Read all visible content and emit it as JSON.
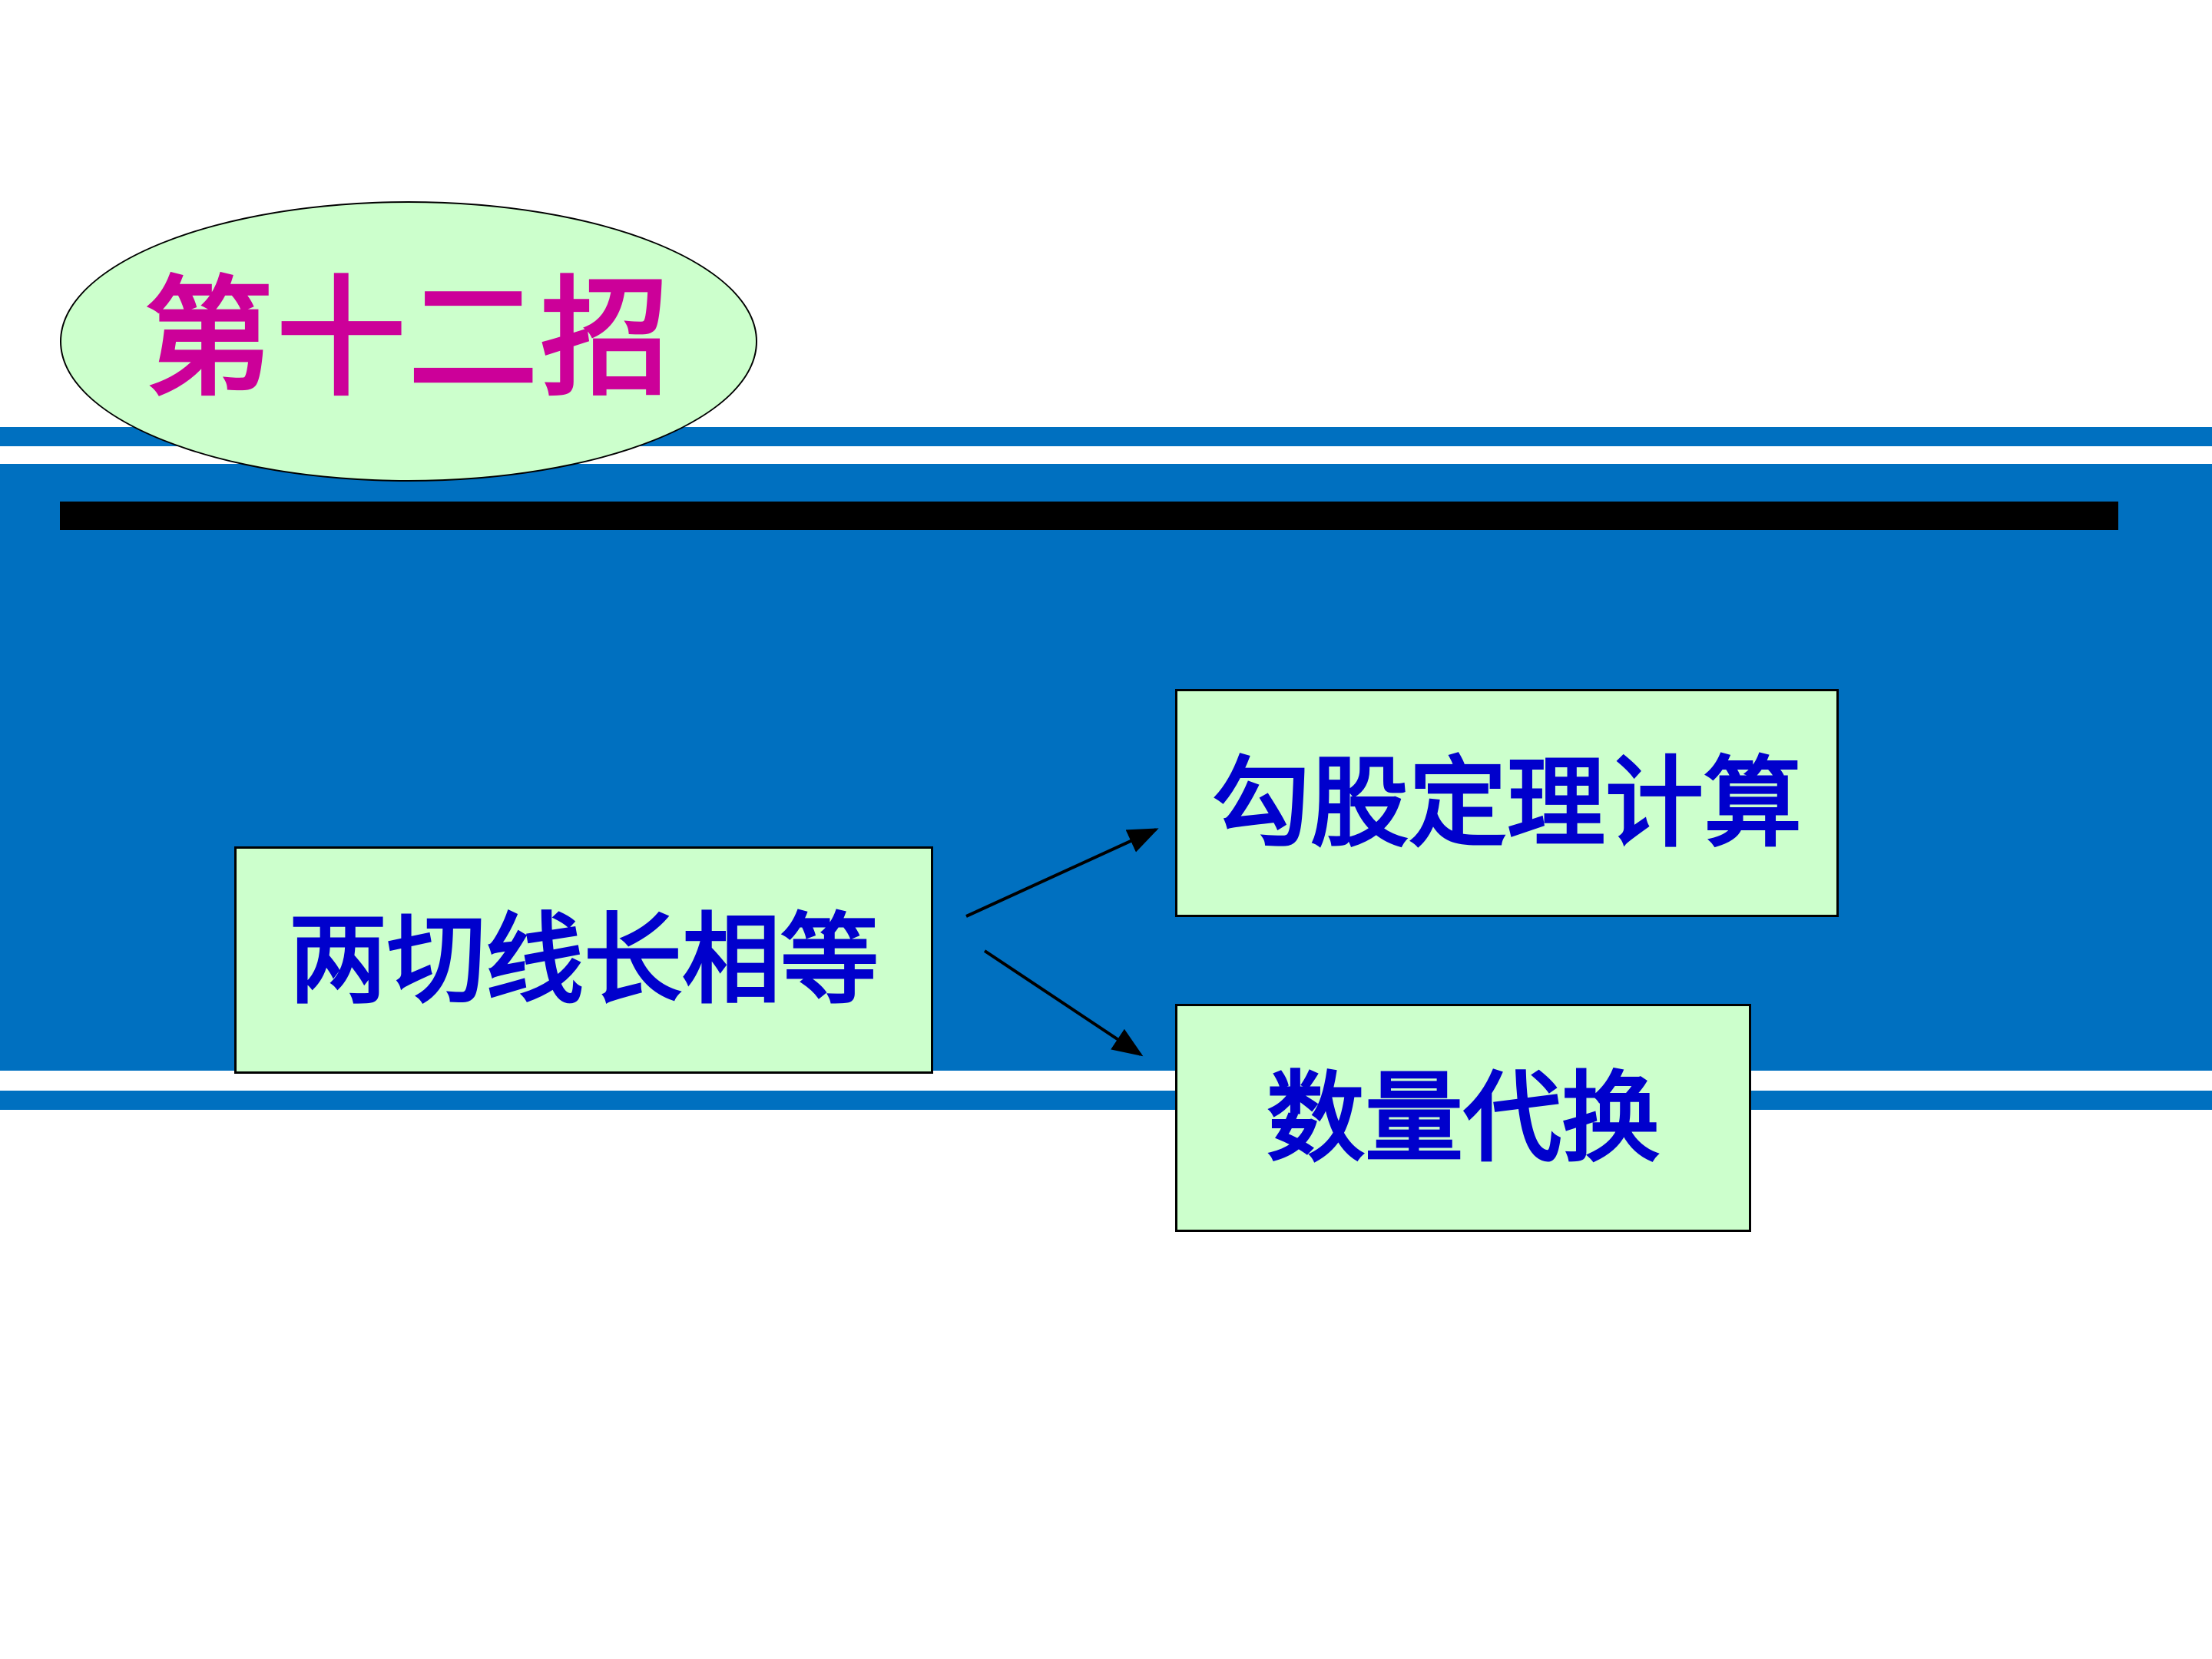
{
  "colors": {
    "band_blue": "#0070C0",
    "box_fill": "#CCFFCC",
    "title_color": "#CC0099",
    "box_text_color": "#0000CC",
    "line_color": "#000000"
  },
  "title": {
    "text": "第十二招"
  },
  "diagram": {
    "source": {
      "label": "两切线长相等"
    },
    "targets": [
      {
        "label": "勾股定理计算"
      },
      {
        "label": "数量代换"
      }
    ]
  }
}
